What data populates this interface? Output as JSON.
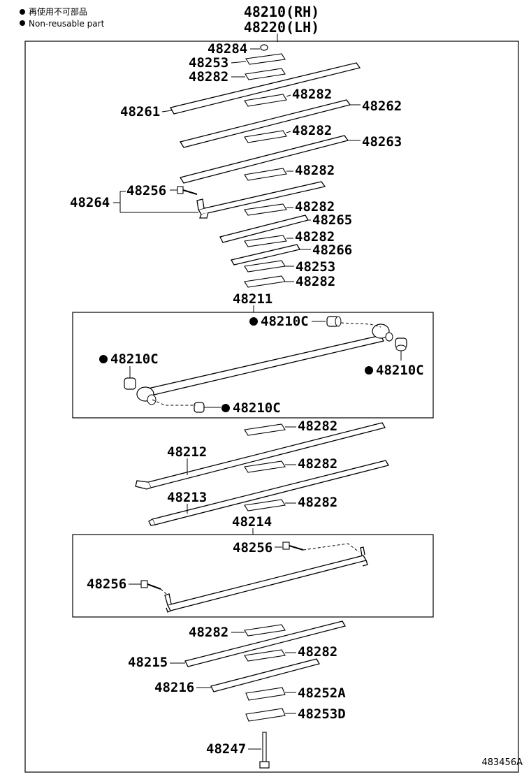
{
  "legend": {
    "japanese": "再使用不可部品",
    "english": "Non-reusable part"
  },
  "title": {
    "rh": "48210(RH)",
    "lh": "48220(LH)"
  },
  "parts": {
    "p48284": "48284",
    "p48253_top": "48253",
    "p48282_a": "48282",
    "p48261": "48261",
    "p48282_b": "48282",
    "p48262": "48262",
    "p48282_c": "48282",
    "p48263": "48263",
    "p48282_d": "48282",
    "p48264": "48264",
    "p48256_a": "48256",
    "p48282_e": "48282",
    "p48265": "48265",
    "p48282_f": "48282",
    "p48266": "48266",
    "p48253_mid": "48253",
    "p48282_g": "48282",
    "p48211": "48211",
    "p48210C_a": "48210C",
    "p48210C_b": "48210C",
    "p48210C_c": "48210C",
    "p48210C_d": "48210C",
    "p48282_h": "48282",
    "p48212": "48212",
    "p48282_i": "48282",
    "p48213": "48213",
    "p48282_j": "48282",
    "p48214": "48214",
    "p48256_b": "48256",
    "p48256_c": "48256",
    "p48282_k": "48282",
    "p48215": "48215",
    "p48282_l": "48282",
    "p48216": "48216",
    "p48252A": "48252A",
    "p48253D": "48253D",
    "p48247": "48247"
  },
  "illustration_no": "483456A"
}
